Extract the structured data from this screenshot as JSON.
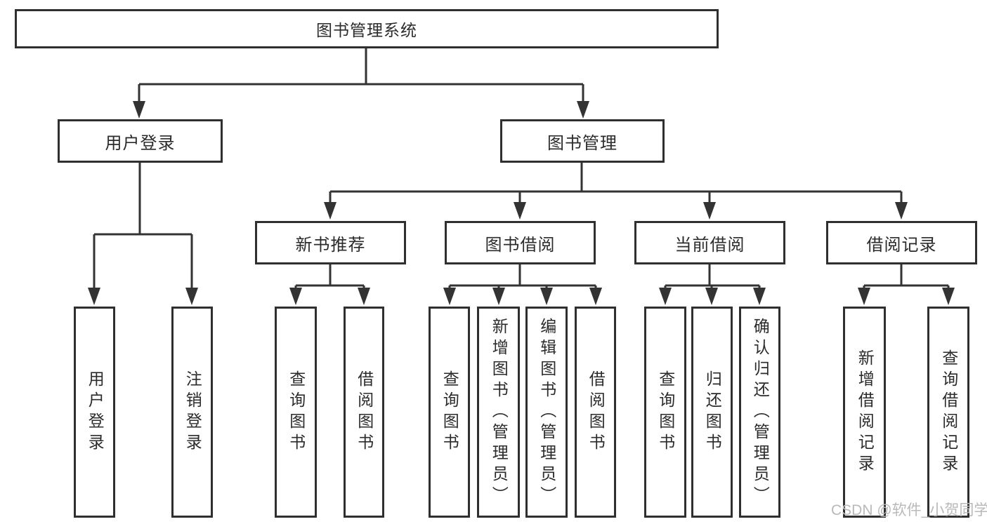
{
  "colors": {
    "line": "#333333",
    "box_border": "#2f2f2f",
    "text": "#2b2b2b",
    "watermark": "#b9b9b9",
    "background": "#ffffff"
  },
  "tree": {
    "root": {
      "label": "图书管理系统"
    },
    "user_login": {
      "label": "用户登录",
      "children": [
        {
          "label": "用户登录"
        },
        {
          "label": "注销登录"
        }
      ]
    },
    "book_mgmt": {
      "label": "图书管理",
      "sections": [
        {
          "label": "新书推荐",
          "children": [
            {
              "label": "查询图书"
            },
            {
              "label": "借阅图书"
            }
          ]
        },
        {
          "label": "图书借阅",
          "children": [
            {
              "label": "查询图书"
            },
            {
              "label": "新增图书（管理员）"
            },
            {
              "label": "编辑图书（管理员）"
            },
            {
              "label": "借阅图书"
            }
          ]
        },
        {
          "label": "当前借阅",
          "children": [
            {
              "label": "查询图书"
            },
            {
              "label": "归还图书"
            },
            {
              "label": "确认归还（管理员）"
            }
          ]
        },
        {
          "label": "借阅记录",
          "children": [
            {
              "label": "新增借阅记录"
            },
            {
              "label": "查询借阅记录"
            }
          ]
        }
      ]
    }
  },
  "watermark": {
    "text": "CSDN @软件_小贺同学"
  }
}
